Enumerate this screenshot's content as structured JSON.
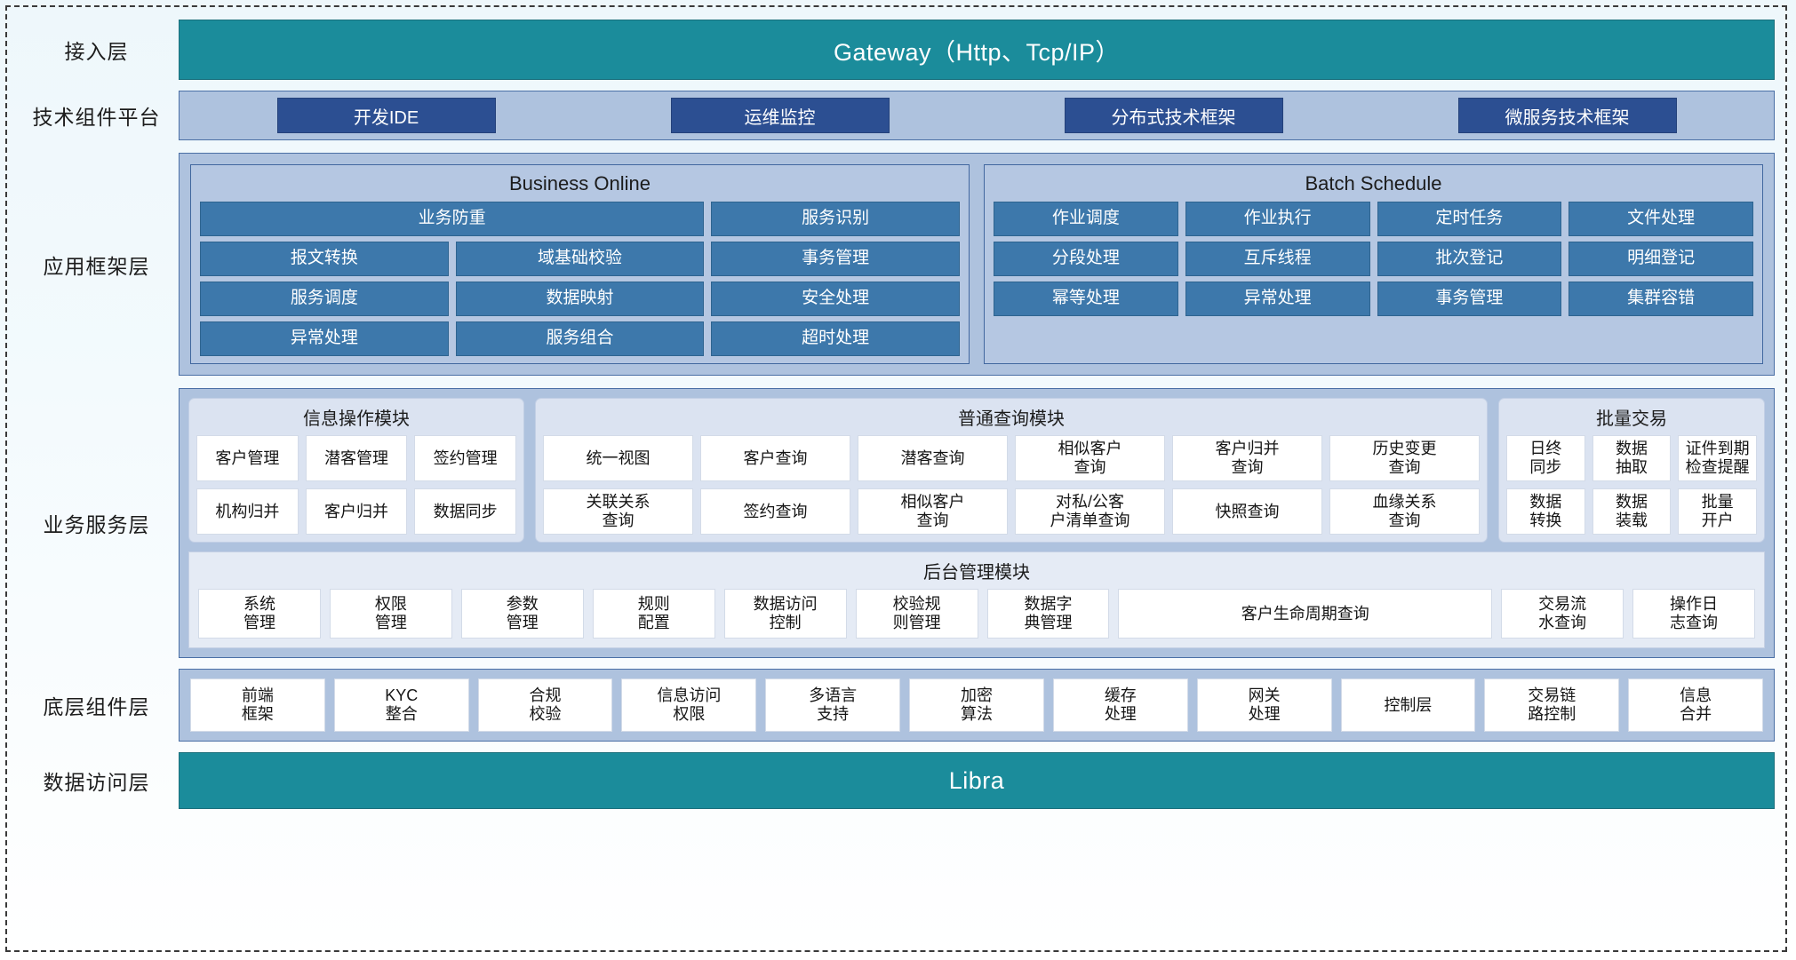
{
  "layers": {
    "access": {
      "label": "接入层",
      "bar": "Gateway（Http、Tcp/IP）"
    },
    "tech": {
      "label": "技术组件平台",
      "chips": [
        "开发IDE",
        "运维监控",
        "分布式技术框架",
        "微服务技术框架"
      ]
    },
    "appframework": {
      "label": "应用框架层",
      "business_online": {
        "title": "Business Online",
        "cells": [
          "业务防重",
          "服务识别",
          "报文转换",
          "域基础校验",
          "事务管理",
          "服务调度",
          "数据映射",
          "安全处理",
          "异常处理",
          "服务组合",
          "超时处理"
        ]
      },
      "batch_schedule": {
        "title": "Batch Schedule",
        "cells": [
          "作业调度",
          "作业执行",
          "定时任务",
          "文件处理",
          "分段处理",
          "互斥线程",
          "批次登记",
          "明细登记",
          "幂等处理",
          "异常处理",
          "事务管理",
          "集群容错"
        ]
      }
    },
    "businessservice": {
      "label": "业务服务层",
      "info_module": {
        "title": "信息操作模块",
        "cells": [
          "客户管理",
          "潜客管理",
          "签约管理",
          "机构归并",
          "客户归并",
          "数据同步"
        ]
      },
      "query_module": {
        "title": "普通查询模块",
        "cells": [
          "统一视图",
          "客户查询",
          "潜客查询",
          "相似客户\n查询",
          "客户归并\n查询",
          "历史变更\n查询",
          "关联关系\n查询",
          "签约查询",
          "相似客户\n查询",
          "对私/公客\n户清单查询",
          "快照查询",
          "血缘关系\n查询"
        ]
      },
      "batch_module": {
        "title": "批量交易",
        "cells": [
          "日终\n同步",
          "数据\n抽取",
          "证件到期\n检查提醒",
          "数据\n转换",
          "数据\n装载",
          "批量\n开户"
        ]
      },
      "admin_module": {
        "title": "后台管理模块",
        "cells": [
          "系统\n管理",
          "权限\n管理",
          "参数\n管理",
          "规则\n配置",
          "数据访问\n控制",
          "校验规\n则管理",
          "数据字\n典管理",
          "客户生命周期查询",
          "交易流\n水查询",
          "操作日\n志查询"
        ]
      }
    },
    "basecomponent": {
      "label": "底层组件层",
      "cells": [
        "前端\n框架",
        "KYC\n整合",
        "合规\n校验",
        "信息访问\n权限",
        "多语言\n支持",
        "加密\n算法",
        "缓存\n处理",
        "网关\n处理",
        "控制层",
        "交易链\n路控制",
        "信息\n合并"
      ]
    },
    "dataaccess": {
      "label": "数据访问层",
      "bar": "Libra"
    }
  },
  "colors": {
    "teal": "#1b8c9b",
    "band_blue": "#aec2de",
    "chip_blue": "#2c4f92",
    "cell_blue": "#3d78ab",
    "module_bg": "#dbe3f1",
    "white_cell": "#ffffff"
  }
}
